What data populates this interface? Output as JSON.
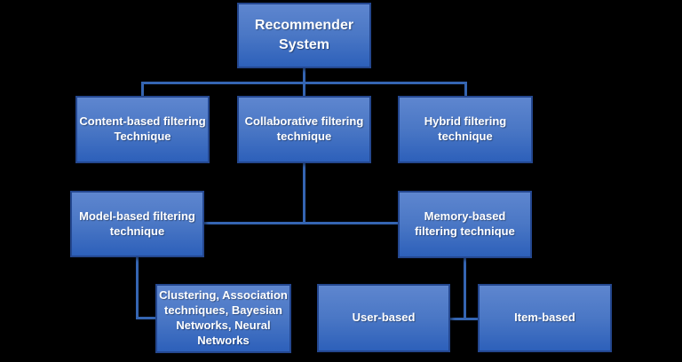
{
  "colors": {
    "background": "#000000",
    "node_fill_top": "#5e86cf",
    "node_fill_bottom": "#2d60ba",
    "node_border": "#24478f",
    "connector": "#3565b2",
    "text": "#ffffff"
  },
  "nodes": {
    "recommender": {
      "label": "Recommender\nSystem"
    },
    "content": {
      "label": "Content-based filtering\nTechnique"
    },
    "collaborative": {
      "label": "Collaborative filtering\ntechnique"
    },
    "hybrid": {
      "label": "Hybrid filtering\ntechnique"
    },
    "model": {
      "label": "Model-based filtering\ntechnique"
    },
    "memory": {
      "label": "Memory-based\nfiltering technique"
    },
    "clustering": {
      "label": "Clustering, Association\ntechniques, Bayesian\nNetworks, Neural\nNetworks"
    },
    "user": {
      "label": "User-based"
    },
    "item": {
      "label": "Item-based"
    }
  }
}
